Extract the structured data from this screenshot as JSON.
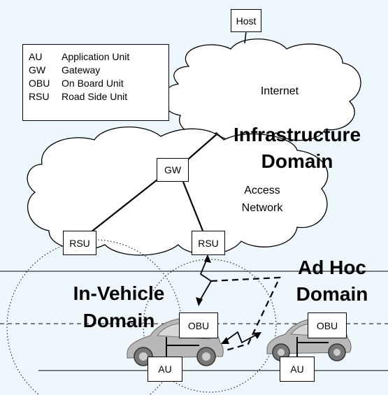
{
  "legend": {
    "items": [
      {
        "abbr": "AU",
        "desc": "Application Unit"
      },
      {
        "abbr": "GW",
        "desc": "Gateway"
      },
      {
        "abbr": "OBU",
        "desc": "On Board Unit"
      },
      {
        "abbr": "RSU",
        "desc": "Road Side Unit"
      }
    ]
  },
  "nodes": {
    "host": "Host",
    "gw": "GW",
    "rsu_left": "RSU",
    "rsu_right": "RSU",
    "obu_left": "OBU",
    "obu_right": "OBU",
    "au_left": "AU",
    "au_right": "AU"
  },
  "clouds": {
    "internet": "Internet",
    "access_line1": "Access",
    "access_line2": "Network"
  },
  "domains": {
    "infrastructure_line1": "Infrastructure",
    "infrastructure_line2": "Domain",
    "adhoc_line1": "Ad Hoc",
    "adhoc_line2": "Domain",
    "invehicle_line1": "In-Vehicle",
    "invehicle_line2": "Domain"
  },
  "colors": {
    "background": "#eef8fc",
    "cloud_fill": "#ffffff",
    "car_body": "#b8b8b8"
  }
}
